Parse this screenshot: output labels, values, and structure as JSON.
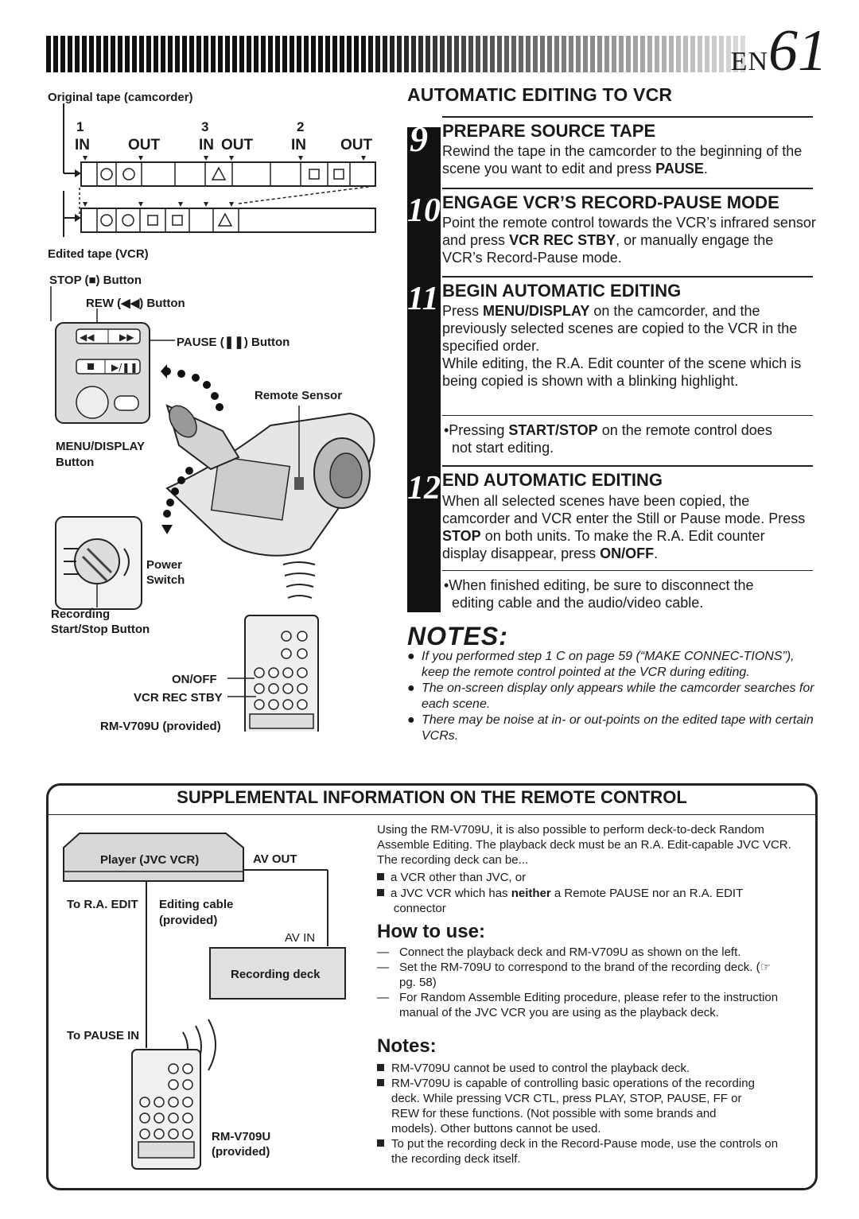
{
  "header": {
    "en": "EN",
    "page": "61"
  },
  "diagram": {
    "original_tape": "Original tape (camcorder)",
    "scene_nums": [
      "1",
      "3",
      "2"
    ],
    "in_out": [
      "IN",
      "OUT",
      "IN",
      "OUT",
      "IN",
      "OUT"
    ],
    "edited_tape": "Edited tape (VCR)",
    "stop_button": "STOP (■) Button",
    "rew_button": "REW (◀◀) Button",
    "pause_button": "PAUSE (❚❚) Button",
    "remote_sensor": "Remote Sensor",
    "menu_display": "MENU/DISPLAY",
    "menu_button": "Button",
    "power": "Power",
    "switch": "Switch",
    "recording": "Recording",
    "start_stop": "Start/Stop Button",
    "on_off": "ON/OFF",
    "vcr_rec_stby": "VCR REC STBY",
    "rm_provided": "RM-V709U (provided)"
  },
  "section": {
    "title": "AUTOMATIC EDITING TO VCR"
  },
  "steps": [
    {
      "num": "9",
      "head": "PREPARE SOURCE TAPE",
      "text": "Rewind the tape in the camcorder to the beginning of the scene you want to edit and press PAUSE."
    },
    {
      "num": "10",
      "head": "ENGAGE VCR’S RECORD-PAUSE MODE",
      "text": "Point the remote control towards the VCR’s infrared sensor and press VCR REC STBY, or manually engage the VCR’s Record-Pause mode."
    },
    {
      "num": "11",
      "head": "BEGIN AUTOMATIC EDITING",
      "text": "Press MENU/DISPLAY on the camcorder, and the previously selected scenes are copied to the VCR in the specified order.",
      "text2": "While editing, the R.A. Edit counter of the scene which is being copied is shown with a blinking highlight.",
      "hint": "•Pressing START/STOP on the remote control does not start editing."
    },
    {
      "num": "12",
      "head": "END AUTOMATIC EDITING",
      "text": "When all selected scenes have been copied, the camcorder and VCR enter the Still or Pause mode. Press STOP on both units. To make the R.A. Edit counter display disappear, press ON/OFF.",
      "hint": "•When finished editing, be sure to disconnect the editing cable and the audio/video cable."
    }
  ],
  "notes": {
    "title": "NOTES:",
    "items": [
      "If you performed step 1 C on page 59 (“MAKE CONNEC-TIONS”), keep the remote control pointed at the VCR during editing.",
      "The on-screen display only appears while the camcorder searches for each scene.",
      "There may be noise at in- or out-points on the edited tape with certain VCRs."
    ]
  },
  "supplement": {
    "title": "SUPPLEMENTAL INFORMATION ON THE REMOTE CONTROL",
    "player": "Player (JVC VCR)",
    "av_out": "AV OUT",
    "to_ra_edit": "To R.A. EDIT",
    "editing_cable": "Editing cable",
    "provided": "(provided)",
    "av_in": "AV IN",
    "recording_deck": "Recording deck",
    "to_pause_in": "To PAUSE IN",
    "rm": "RM-V709U",
    "rm_provided": "(provided)",
    "intro": "Using the RM-V709U, it is also possible to perform deck-to-deck Random Assemble Editing. The playback deck must be an R.A. Edit-capable JVC VCR. The recording deck can be...",
    "cond1": "a VCR other than JVC, or",
    "cond2": "a JVC VCR which has neither a Remote PAUSE nor an R.A. EDIT connector",
    "how_title": "How to use:",
    "how": [
      "Connect the playback deck and RM-V709U as shown on the left.",
      "Set the RM-709U to correspond to the brand of the recording deck. (☞ pg. 58)",
      "For Random Assemble Editing procedure, please refer to the instruction manual of the JVC VCR you are using as the playback deck."
    ],
    "notes_title": "Notes:",
    "notes": [
      "RM-V709U cannot be used to control the playback deck.",
      "RM-V709U is capable of controlling basic operations of the recording deck. While pressing VCR CTL, press PLAY, STOP, PAUSE, FF or REW for these functions. (Not possible with some brands and models). Other buttons cannot be used.",
      "To put the recording deck in the Record-Pause mode, use the controls on the recording deck itself."
    ]
  }
}
